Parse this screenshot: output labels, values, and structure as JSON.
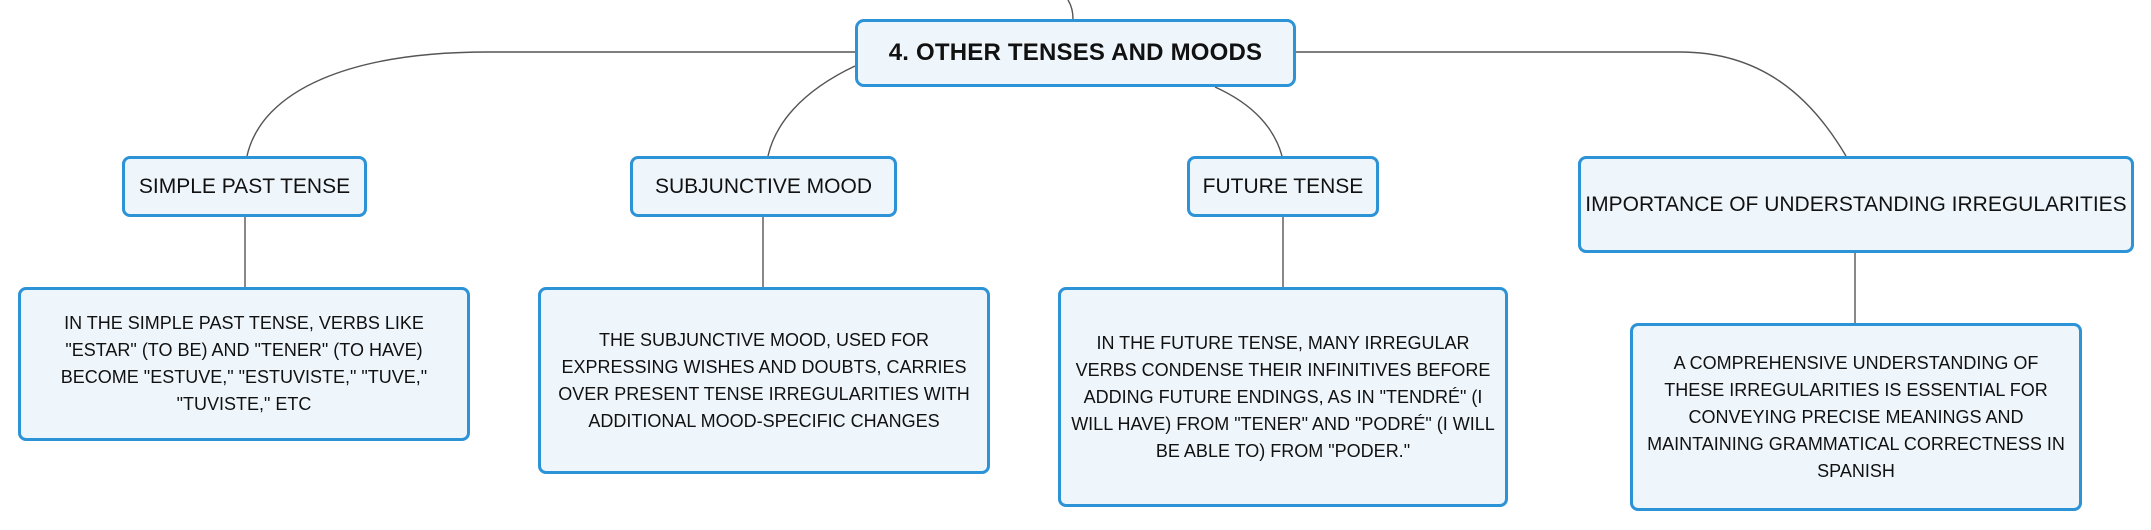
{
  "root": {
    "label": "4. OTHER TENSES AND MOODS"
  },
  "topics": [
    {
      "label": "SIMPLE PAST TENSE",
      "detail": "IN THE SIMPLE PAST TENSE, VERBS LIKE \"ESTAR\" (TO BE) AND \"TENER\" (TO HAVE) BECOME \"ESTUVE,\" \"ESTUVISTE,\" \"TUVE,\" \"TUVISTE,\" ETC"
    },
    {
      "label": "SUBJUNCTIVE MOOD",
      "detail": "THE SUBJUNCTIVE MOOD, USED FOR EXPRESSING WISHES AND DOUBTS, CARRIES OVER PRESENT TENSE IRREGULARITIES WITH ADDITIONAL MOOD-SPECIFIC CHANGES"
    },
    {
      "label": "FUTURE TENSE",
      "detail": "IN THE FUTURE TENSE, MANY IRREGULAR VERBS CONDENSE THEIR INFINITIVES BEFORE ADDING FUTURE ENDINGS, AS IN \"TENDRÉ\" (I WILL HAVE) FROM \"TENER\" AND \"PODRÉ\" (I WILL BE ABLE TO) FROM \"PODER.\""
    },
    {
      "label": "IMPORTANCE OF UNDERSTANDING IRREGULARITIES",
      "detail": "A COMPREHENSIVE UNDERSTANDING OF THESE IRREGULARITIES IS ESSENTIAL FOR CONVEYING PRECISE MEANINGS AND MAINTAINING GRAMMATICAL CORRECTNESS IN SPANISH"
    }
  ],
  "colors": {
    "node_border": "#2c93d6",
    "node_fill": "#eef6fc",
    "connector": "#555555"
  }
}
